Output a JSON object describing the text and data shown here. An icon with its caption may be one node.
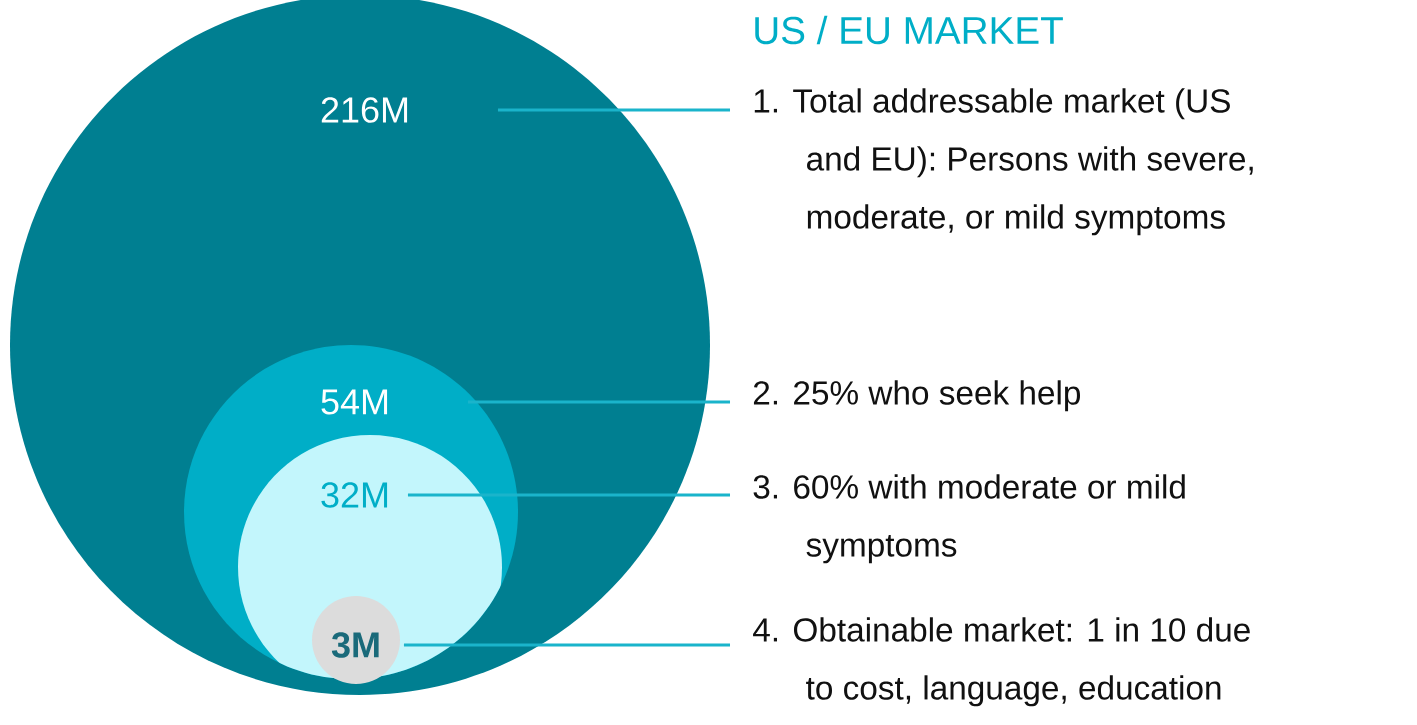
{
  "diagram": {
    "title": "US / EU MARKET",
    "nodes": [
      {
        "text": [
          "216M"
        ]
      },
      {
        "text": [
          "54M"
        ],
        "in": 0
      },
      {
        "text": [
          "32M"
        ],
        "in": 1
      },
      {
        "text": [
          "3M"
        ],
        "in": 2
      },
      {
        "text": [
          "1. Total addressable market (US and EU): Persons with severe, moderate, or mild symptoms"
        ]
      },
      {
        "text": [
          "2. 25% who seek help"
        ]
      },
      {
        "text": [
          "3. 60% with moderate or mild symptoms"
        ]
      },
      {
        "text": [
          "4. Obtainable market: 1 in 10 due to cost, language, education"
        ]
      }
    ],
    "edges": [
      {
        "from": 0,
        "to": 4,
        "arrow": "none"
      },
      {
        "from": 1,
        "to": 5,
        "arrow": "none"
      },
      {
        "from": 2,
        "to": 6,
        "arrow": "none"
      },
      {
        "from": 3,
        "to": 7,
        "arrow": "none"
      }
    ]
  }
}
